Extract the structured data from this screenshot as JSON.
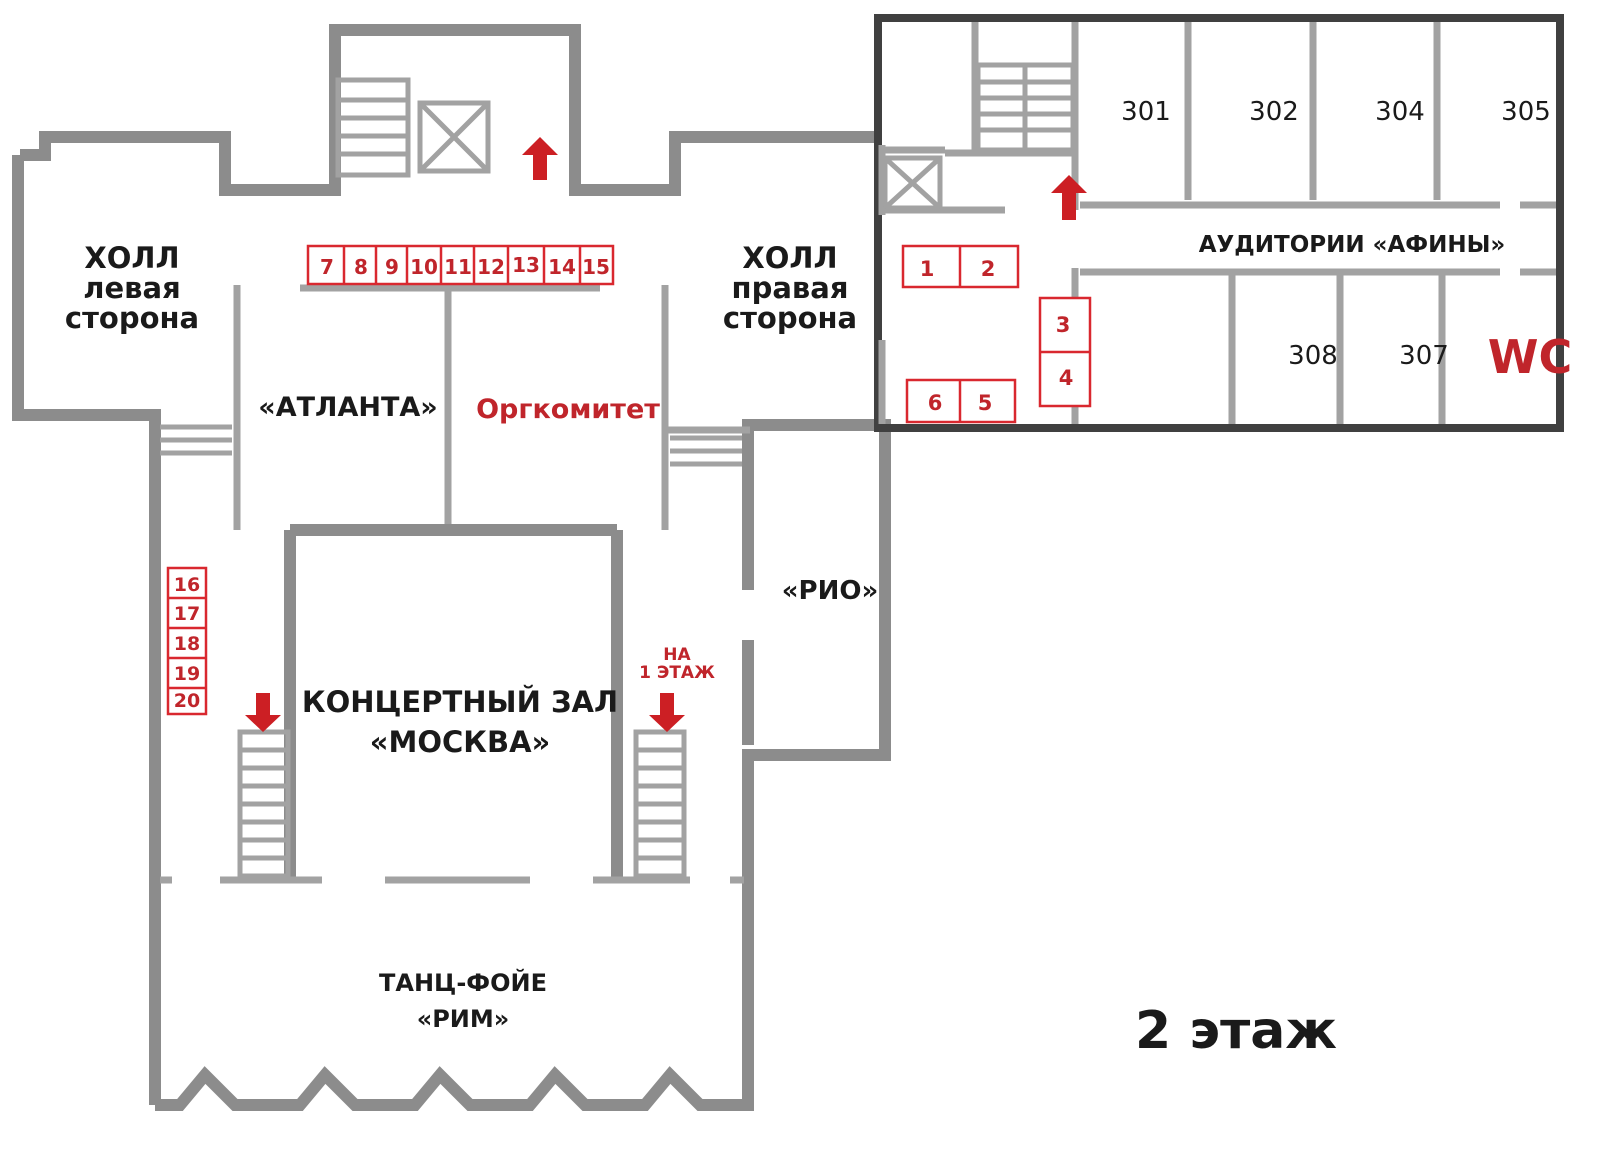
{
  "floor_label": "2 этаж",
  "colors": {
    "accent": "#c0252b",
    "wall": "#8c8c8c",
    "text": "#1a1a1a"
  },
  "rooms": {
    "hall_left": [
      "ХОЛЛ",
      "левая",
      "сторона"
    ],
    "hall_right": [
      "ХОЛЛ",
      "правая",
      "сторона"
    ],
    "atlanta": "«АТЛАНТА»",
    "orgcommittee": "Оргкомитет",
    "concert_hall": [
      "КОНЦЕРТНЫЙ ЗАЛ",
      "«МОСКВА»"
    ],
    "rio": "«РИО»",
    "dance_foyer": [
      "ТАНЦ-ФОЙЕ",
      "«РИМ»"
    ],
    "auditoriums": "АУДИТОРИИ «АФИНЫ»",
    "wc": "WC",
    "to_first_floor": [
      "НА",
      "1 ЭТАЖ"
    ],
    "numbered": [
      "301",
      "302",
      "304",
      "305",
      "308",
      "307"
    ]
  },
  "stands": {
    "top_row": [
      "7",
      "8",
      "9",
      "10",
      "11",
      "12",
      "13",
      "14",
      "15"
    ],
    "left_column": [
      "16",
      "17",
      "18",
      "19",
      "20"
    ],
    "right_pair_top": [
      "1",
      "2"
    ],
    "right_pair_col": [
      "3",
      "4"
    ],
    "right_pair_bottom": [
      "6",
      "5"
    ]
  },
  "icons": [
    "arrow-up-icon",
    "arrow-down-icon",
    "elevator-icon",
    "stairs-icon"
  ]
}
